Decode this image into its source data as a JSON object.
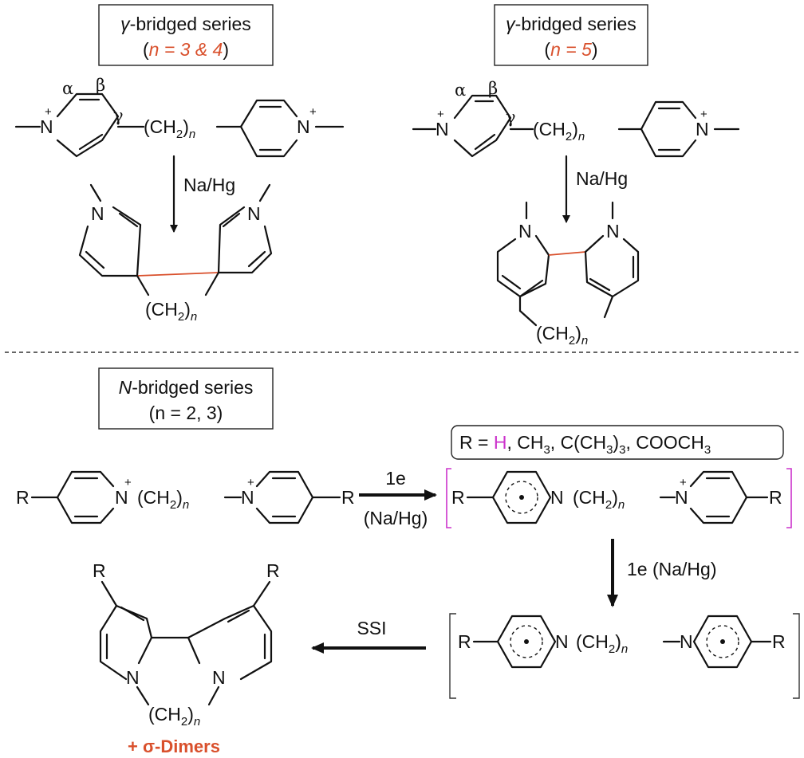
{
  "colors": {
    "accent": "#d9502c",
    "highlight": "#cc33cc",
    "ink": "#111111"
  },
  "gamma_left": {
    "box_title_symbol": "γ",
    "box_title_text": "-bridged series",
    "n_open": "(",
    "n_value": "n = 3 & 4",
    "n_close": ")",
    "alpha": "α",
    "beta": "β",
    "gamma": "γ",
    "plus": "+",
    "ch2_open": "(CH",
    "ch2_sub": "2",
    "ch2_close": ")",
    "n_sub": "n",
    "reagent": "Na/Hg"
  },
  "gamma_right": {
    "box_title_symbol": "γ",
    "box_title_text": "-bridged series",
    "n_open": "(",
    "n_value": "n = 5",
    "n_close": ")",
    "alpha": "α",
    "beta": "β",
    "gamma": "γ",
    "plus": "+",
    "ch2_open": "(CH",
    "ch2_sub": "2",
    "ch2_close": ")",
    "n_sub": "n",
    "reagent": "Na/Hg"
  },
  "n_bridged": {
    "box_title_italic": "N",
    "box_title_text": "-bridged series",
    "n_line": "(n = 2, 3)",
    "r_prefix": "R = ",
    "r_h": "H",
    "r_rest": ", CH",
    "r_sub3a": "3",
    "r_mid": ", C(CH",
    "r_sub3b": "3",
    "r_paren": ")",
    "r_sub3c": "3",
    "r_end": ", COOCH",
    "r_sub3d": "3",
    "step1_top": "1e",
    "step1_bottom": "(Na/Hg)",
    "step2": "1e (Na/Hg)",
    "step3": "SSI",
    "R": "R",
    "N": "N",
    "plus": "+",
    "ch2_open": "(CH",
    "ch2_sub": "2",
    "ch2_close": ")",
    "n_sub": "n",
    "dimers": "+ σ-Dimers"
  }
}
